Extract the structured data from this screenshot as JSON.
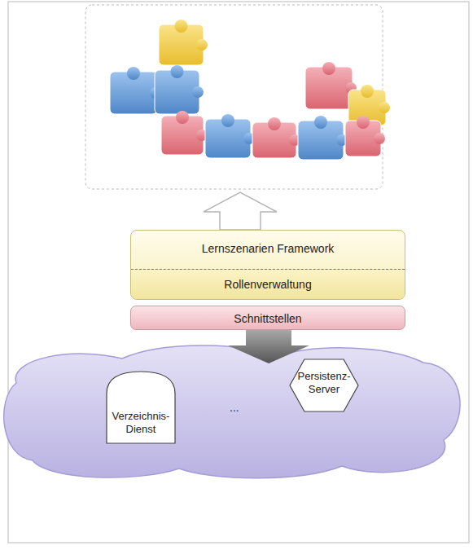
{
  "diagram": {
    "nodes": [
      {
        "text": [
          "Lernszenarien Framework"
        ]
      },
      {
        "text": [
          "Rollenverwaltung"
        ],
        "in": 0
      },
      {
        "text": [
          "Schnittstellen"
        ]
      },
      {
        "text": [
          "Verzeichnis- Dienst"
        ]
      },
      {
        "text": [
          "Persistenz- Server"
        ]
      }
    ],
    "edges": [],
    "labels": [
      "..."
    ]
  }
}
